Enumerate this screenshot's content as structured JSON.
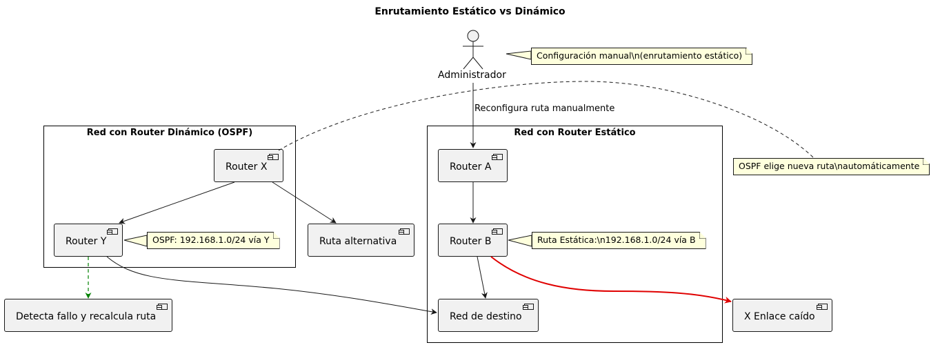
{
  "title": "Enrutamiento Estático vs Dinámico",
  "actor": {
    "label": "Administrador"
  },
  "packages": {
    "dynamic": {
      "title": "Red con Router Dinámico (OSPF)"
    },
    "static": {
      "title": "Red con Router Estático"
    }
  },
  "components": {
    "router_x": "Router X",
    "router_y": "Router Y",
    "ruta_alternativa": "Ruta alternativa",
    "router_a": "Router A",
    "router_b": "Router B",
    "red_destino": "Red de destino",
    "detecta_fallo": "Detecta fallo y recalcula ruta",
    "enlace_caido": "X Enlace caído"
  },
  "notes": {
    "config_manual": "Configuración manual\\n(enrutamiento estático)",
    "ospf_elige": "OSPF elige nueva ruta\\nautomáticamente",
    "ospf_ruta": "OSPF: 192.168.1.0/24 vía Y",
    "ruta_estatica": "Ruta Estática:\\n192.168.1.0/24 vía B"
  },
  "edge_labels": {
    "reconfigura": "Reconfigura ruta manualmente"
  },
  "colors": {
    "component_fill": "#f1f1f1",
    "note_fill": "#feffdd",
    "failure_edge": "#e00000",
    "detect_edge": "#008000"
  }
}
